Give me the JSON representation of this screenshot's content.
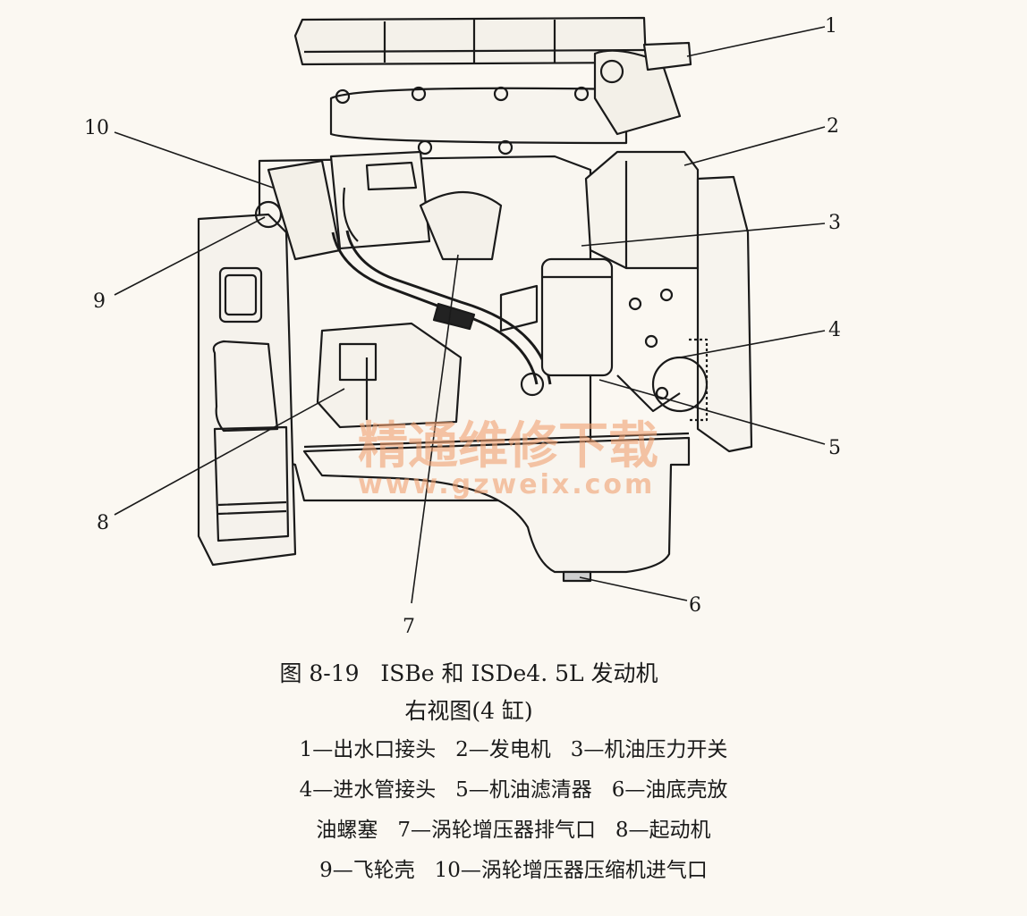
{
  "figure": {
    "callouts": [
      "1",
      "2",
      "3",
      "4",
      "5",
      "6",
      "7",
      "8",
      "9",
      "10"
    ],
    "watermark": {
      "line1": "精通维修下载",
      "line2": "www.gzweix.com"
    }
  },
  "caption": {
    "title_line1": "图 8-19   ISBe 和 ISDe4. 5L 发动机",
    "title_line2": "右视图(4 缸)",
    "legend": [
      "1—出水口接头",
      "2—发电机",
      "3—机油压力开关",
      "4—进水管接头",
      "5—机油滤清器",
      "6—油底壳放油螺塞",
      "7—涡轮增压器排气口",
      "8—起动机",
      "9—飞轮壳",
      "10—涡轮增压器压缩机进气口"
    ],
    "legend_lines": [
      "1—出水口接头   2—发电机   3—机油压力开关",
      "4—进水管接头   5—机油滤清器   6—油底壳放",
      "油螺塞   7—涡轮增压器排气口   8—起动机",
      "9—飞轮壳   10—涡轮增压器压缩机进气口"
    ]
  }
}
